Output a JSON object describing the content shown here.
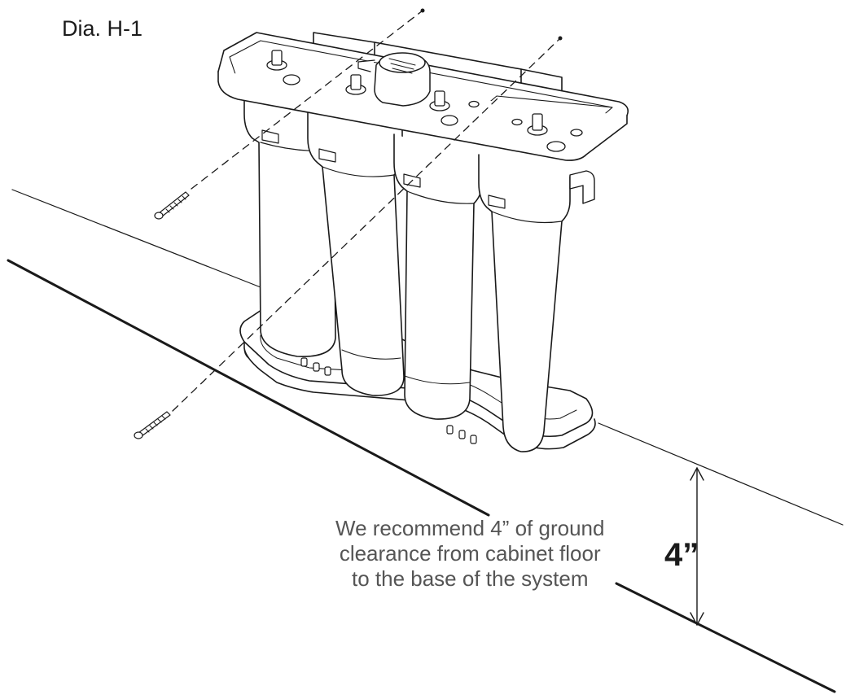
{
  "diagram": {
    "label": "Dia. H-1",
    "note_lines": [
      "We recommend 4” of ground",
      "clearance from cabinet floor",
      " to the base of the system"
    ],
    "dimension_value": "4”"
  },
  "colors": {
    "ink": "#1a1a1a",
    "note_text": "#555555"
  },
  "icons": [
    "screw-icon",
    "dimension-arrow-icon"
  ]
}
